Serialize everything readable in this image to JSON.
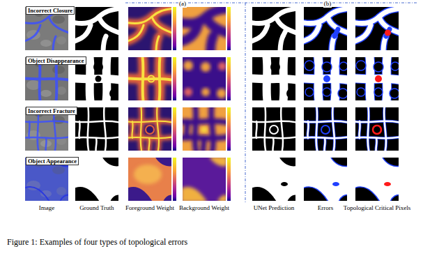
{
  "diagram": {
    "caption": "Figure 1: Examples of four types of topological errors",
    "nodes": [
      {
        "text": [
          "Incorrect Closure"
        ]
      },
      {
        "text": [
          "Object Disappearance"
        ]
      },
      {
        "text": [
          "Incorrect Fracture"
        ]
      },
      {
        "text": [
          "Object Appearance"
        ]
      }
    ],
    "labels": [
      "(a)",
      "(b)",
      "Image",
      "Ground Truth",
      "Foreground Weight",
      "Background Weight",
      "UNet Prediction",
      "Errors",
      "Topological Critical Pixels"
    ]
  }
}
